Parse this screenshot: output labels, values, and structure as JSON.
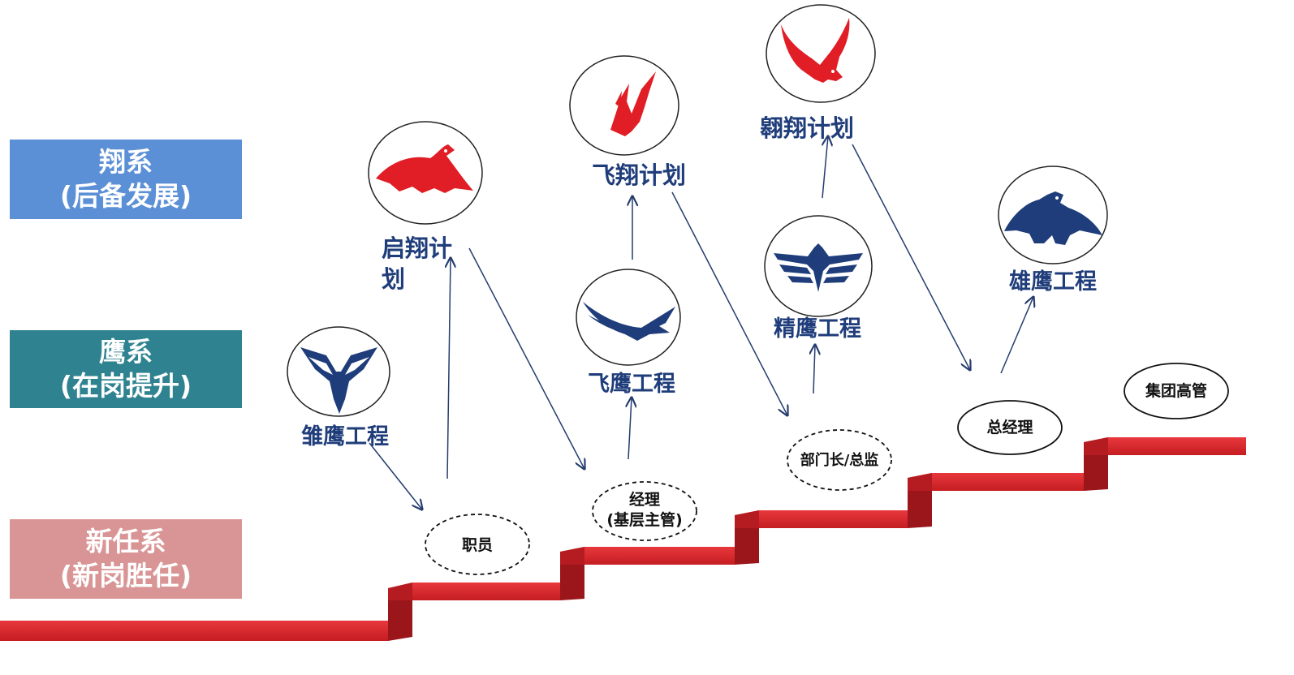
{
  "colors": {
    "band_xiang": "#5b8fd6",
    "band_ying": "#2f8391",
    "band_xin": "#d99595",
    "program_text": "#1f3d7a",
    "stair_red": "#d8262b",
    "stair_dark": "#8e1418",
    "eagle_red": "#e11d25",
    "eagle_blue": "#1f3d7a",
    "arrow": "#253c6e"
  },
  "bands": {
    "xiang": {
      "line1": "翔系",
      "line2": "(后备发展)"
    },
    "ying": {
      "line1": "鹰系",
      "line2": "(在岗提升)"
    },
    "xin": {
      "line1": "新任系",
      "line2": "(新岗胜任)"
    }
  },
  "programs": {
    "chuying": "雏鹰工程",
    "qixiang_line1": "启翔计",
    "qixiang_line2": "划",
    "feiying": "飞鹰工程",
    "feixiang": "飞翔计划",
    "jingying": "精鹰工程",
    "aoxiang": "翱翔计划",
    "xiongying": "雄鹰工程"
  },
  "positions": {
    "staff": "职员",
    "manager_line1": "经理",
    "manager_line2": "(基层主管)",
    "director": "部门长/总监",
    "gm": "总经理",
    "executive": "集团高管"
  },
  "icons": {
    "chuying": "blue-eagle-spread-icon",
    "qixiang": "red-wing-icon",
    "feiying": "blue-flying-eagle-icon",
    "feixiang": "red-feather-icon",
    "jingying": "blue-winged-emblem-icon",
    "aoxiang": "red-eagle-icon",
    "xiongying": "blue-eagle-icon"
  }
}
